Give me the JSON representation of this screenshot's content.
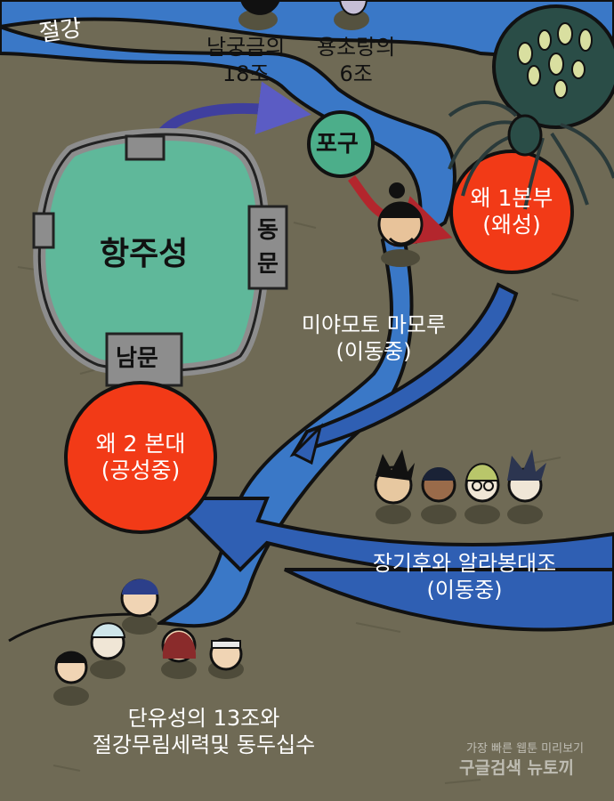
{
  "map": {
    "labels": {
      "river": "절강",
      "namgung": "남궁금의",
      "namgung_count": "18조",
      "yongcho": "용초랑의",
      "yongcho_count": "6조",
      "pogu": "포구",
      "castle": "항주성",
      "east_gate": "동문",
      "south_gate": "남문",
      "wae1_name": "왜 1본부",
      "wae1_status": "(왜성)",
      "wae2_name": "왜 2 본대",
      "wae2_status": "(공성중)",
      "miyamoto": "미야모토 마모루",
      "miyamoto_status": "(이동중)",
      "janggihu": "장기후와 알라봉대조",
      "janggihu_status": "(이동중)",
      "danyu": "단유성의 13조와",
      "danyu_2": "절강무림세력및 동두십수"
    },
    "watermark": {
      "line1": "가장 빠른 웹툰 미리보기",
      "line2": "구글검색 뉴토끼"
    },
    "colors": {
      "ground": "#6f6a55",
      "river": "#3a78c7",
      "arrow": "#2f5fb3",
      "wae_zone": "#f23a17",
      "castle_fill": "#5fb89a",
      "castle_wall": "#8d8d8d",
      "pogu_fill": "#4cae8a"
    }
  }
}
